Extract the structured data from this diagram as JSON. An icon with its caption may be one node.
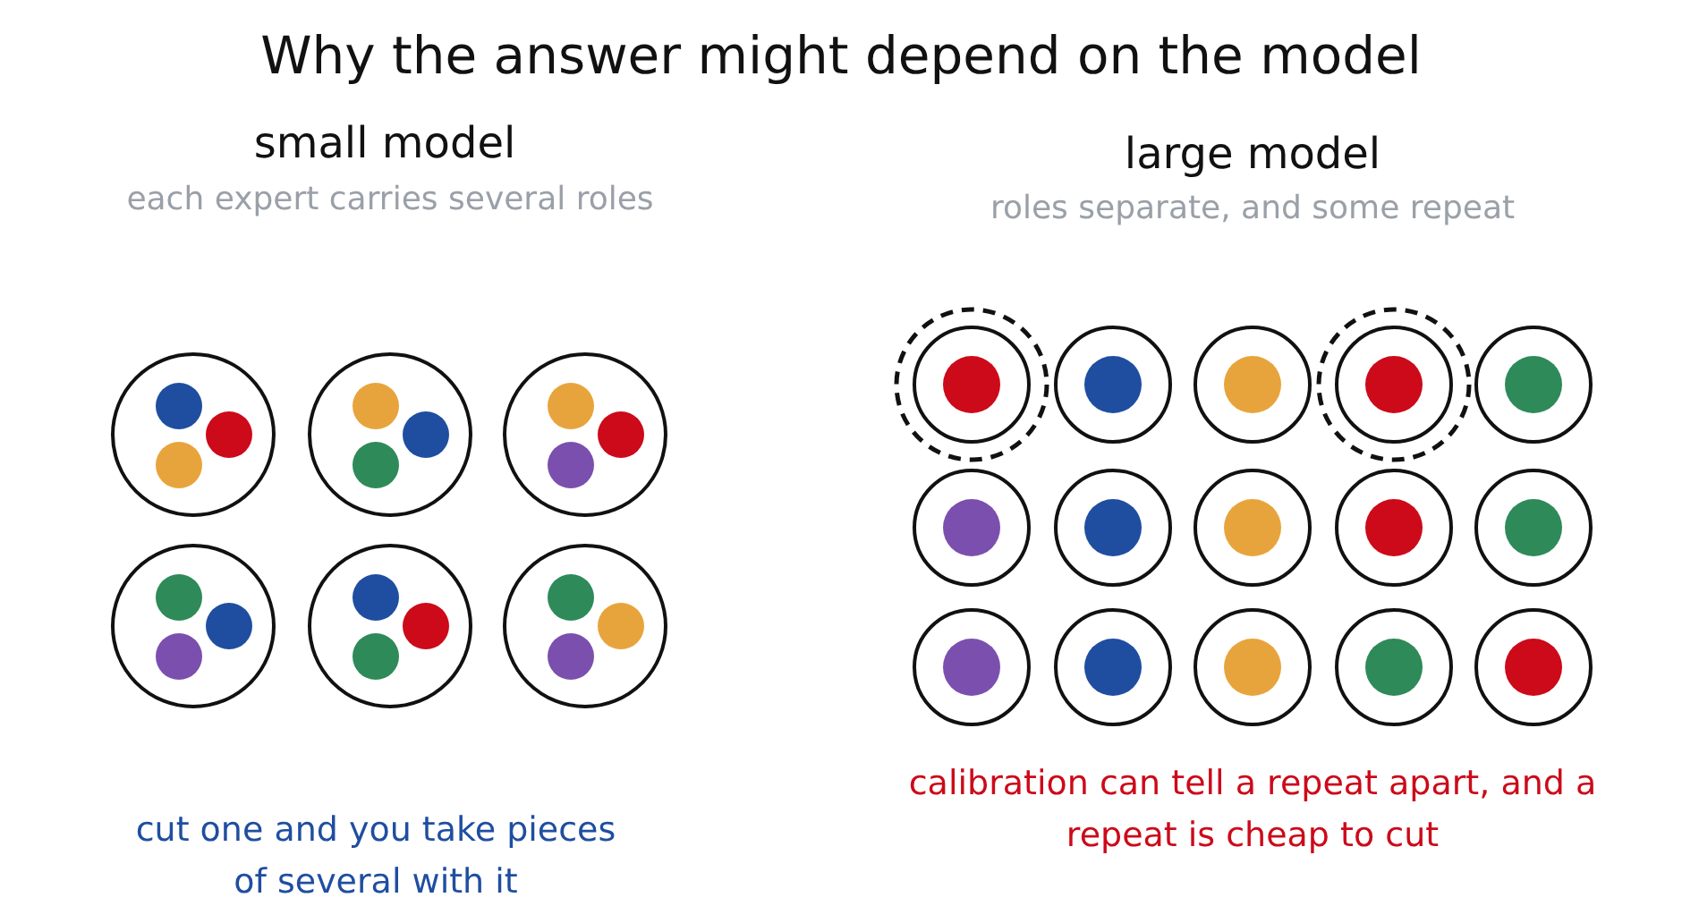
{
  "diagram": {
    "title": "Why the answer might depend on the model",
    "nodes": [
      {
        "text": [],
        "shape": "circle"
      },
      {
        "text": [],
        "shape": "circle",
        "in": 0
      },
      {
        "text": [],
        "shape": "circle",
        "in": 0
      },
      {
        "text": [],
        "shape": "circle",
        "in": 0
      },
      {
        "text": [],
        "shape": "circle"
      },
      {
        "text": [],
        "shape": "circle",
        "in": 4
      },
      {
        "text": [],
        "shape": "circle",
        "in": 4
      },
      {
        "text": [],
        "shape": "circle",
        "in": 4
      },
      {
        "text": [],
        "shape": "circle"
      },
      {
        "text": [],
        "shape": "circle",
        "in": 8
      },
      {
        "text": [],
        "shape": "circle",
        "in": 8
      },
      {
        "text": [],
        "shape": "circle",
        "in": 8
      },
      {
        "text": [],
        "shape": "circle"
      },
      {
        "text": [],
        "shape": "circle",
        "in": 12
      },
      {
        "text": [],
        "shape": "circle",
        "in": 12
      },
      {
        "text": [],
        "shape": "circle",
        "in": 12
      },
      {
        "text": [],
        "shape": "circle"
      },
      {
        "text": [],
        "shape": "circle",
        "in": 16
      },
      {
        "text": [],
        "shape": "circle",
        "in": 16
      },
      {
        "text": [],
        "shape": "circle",
        "in": 16
      },
      {
        "text": [],
        "shape": "circle"
      },
      {
        "text": [],
        "shape": "circle",
        "in": 20
      },
      {
        "text": [],
        "shape": "circle",
        "in": 20
      },
      {
        "text": [],
        "shape": "circle",
        "in": 20
      },
      {
        "text": [],
        "shape": "circle"
      },
      {
        "text": [],
        "shape": "circle",
        "in": 24
      },
      {
        "text": [],
        "shape": "circle"
      },
      {
        "text": [],
        "shape": "circle",
        "in": 26
      },
      {
        "text": [],
        "shape": "circle"
      },
      {
        "text": [],
        "shape": "circle",
        "in": 28
      },
      {
        "text": [],
        "shape": "circle"
      },
      {
        "text": [],
        "shape": "circle",
        "in": 30
      },
      {
        "text": [],
        "shape": "circle"
      },
      {
        "text": [],
        "shape": "circle",
        "in": 32
      },
      {
        "text": [],
        "shape": "circle"
      },
      {
        "text": [],
        "shape": "circle",
        "in": 34
      },
      {
        "text": [],
        "shape": "circle"
      },
      {
        "text": [],
        "shape": "circle",
        "in": 36
      },
      {
        "text": [],
        "shape": "circle"
      },
      {
        "text": [],
        "shape": "circle",
        "in": 38
      },
      {
        "text": [],
        "shape": "circle"
      },
      {
        "text": [],
        "shape": "circle",
        "in": 40
      },
      {
        "text": [],
        "shape": "circle"
      },
      {
        "text": [],
        "shape": "circle",
        "in": 42
      },
      {
        "text": [],
        "shape": "circle"
      },
      {
        "text": [],
        "shape": "circle",
        "in": 44
      },
      {
        "text": [],
        "shape": "circle"
      },
      {
        "text": [],
        "shape": "circle",
        "in": 46
      },
      {
        "text": [],
        "shape": "circle"
      },
      {
        "text": [],
        "shape": "circle",
        "in": 48
      },
      {
        "text": [],
        "shape": "circle"
      },
      {
        "text": [],
        "shape": "circle",
        "in": 50
      },
      {
        "text": [],
        "shape": "circle"
      },
      {
        "text": [],
        "shape": "circle",
        "in": 52
      }
    ],
    "labels": [
      "small model",
      "each expert carries several roles",
      "large model",
      "roles separate, and some repeat",
      "cut one and you take pieces of several with it",
      "calibration can tell a repeat apart, and a repeat is cheap to cut"
    ]
  }
}
